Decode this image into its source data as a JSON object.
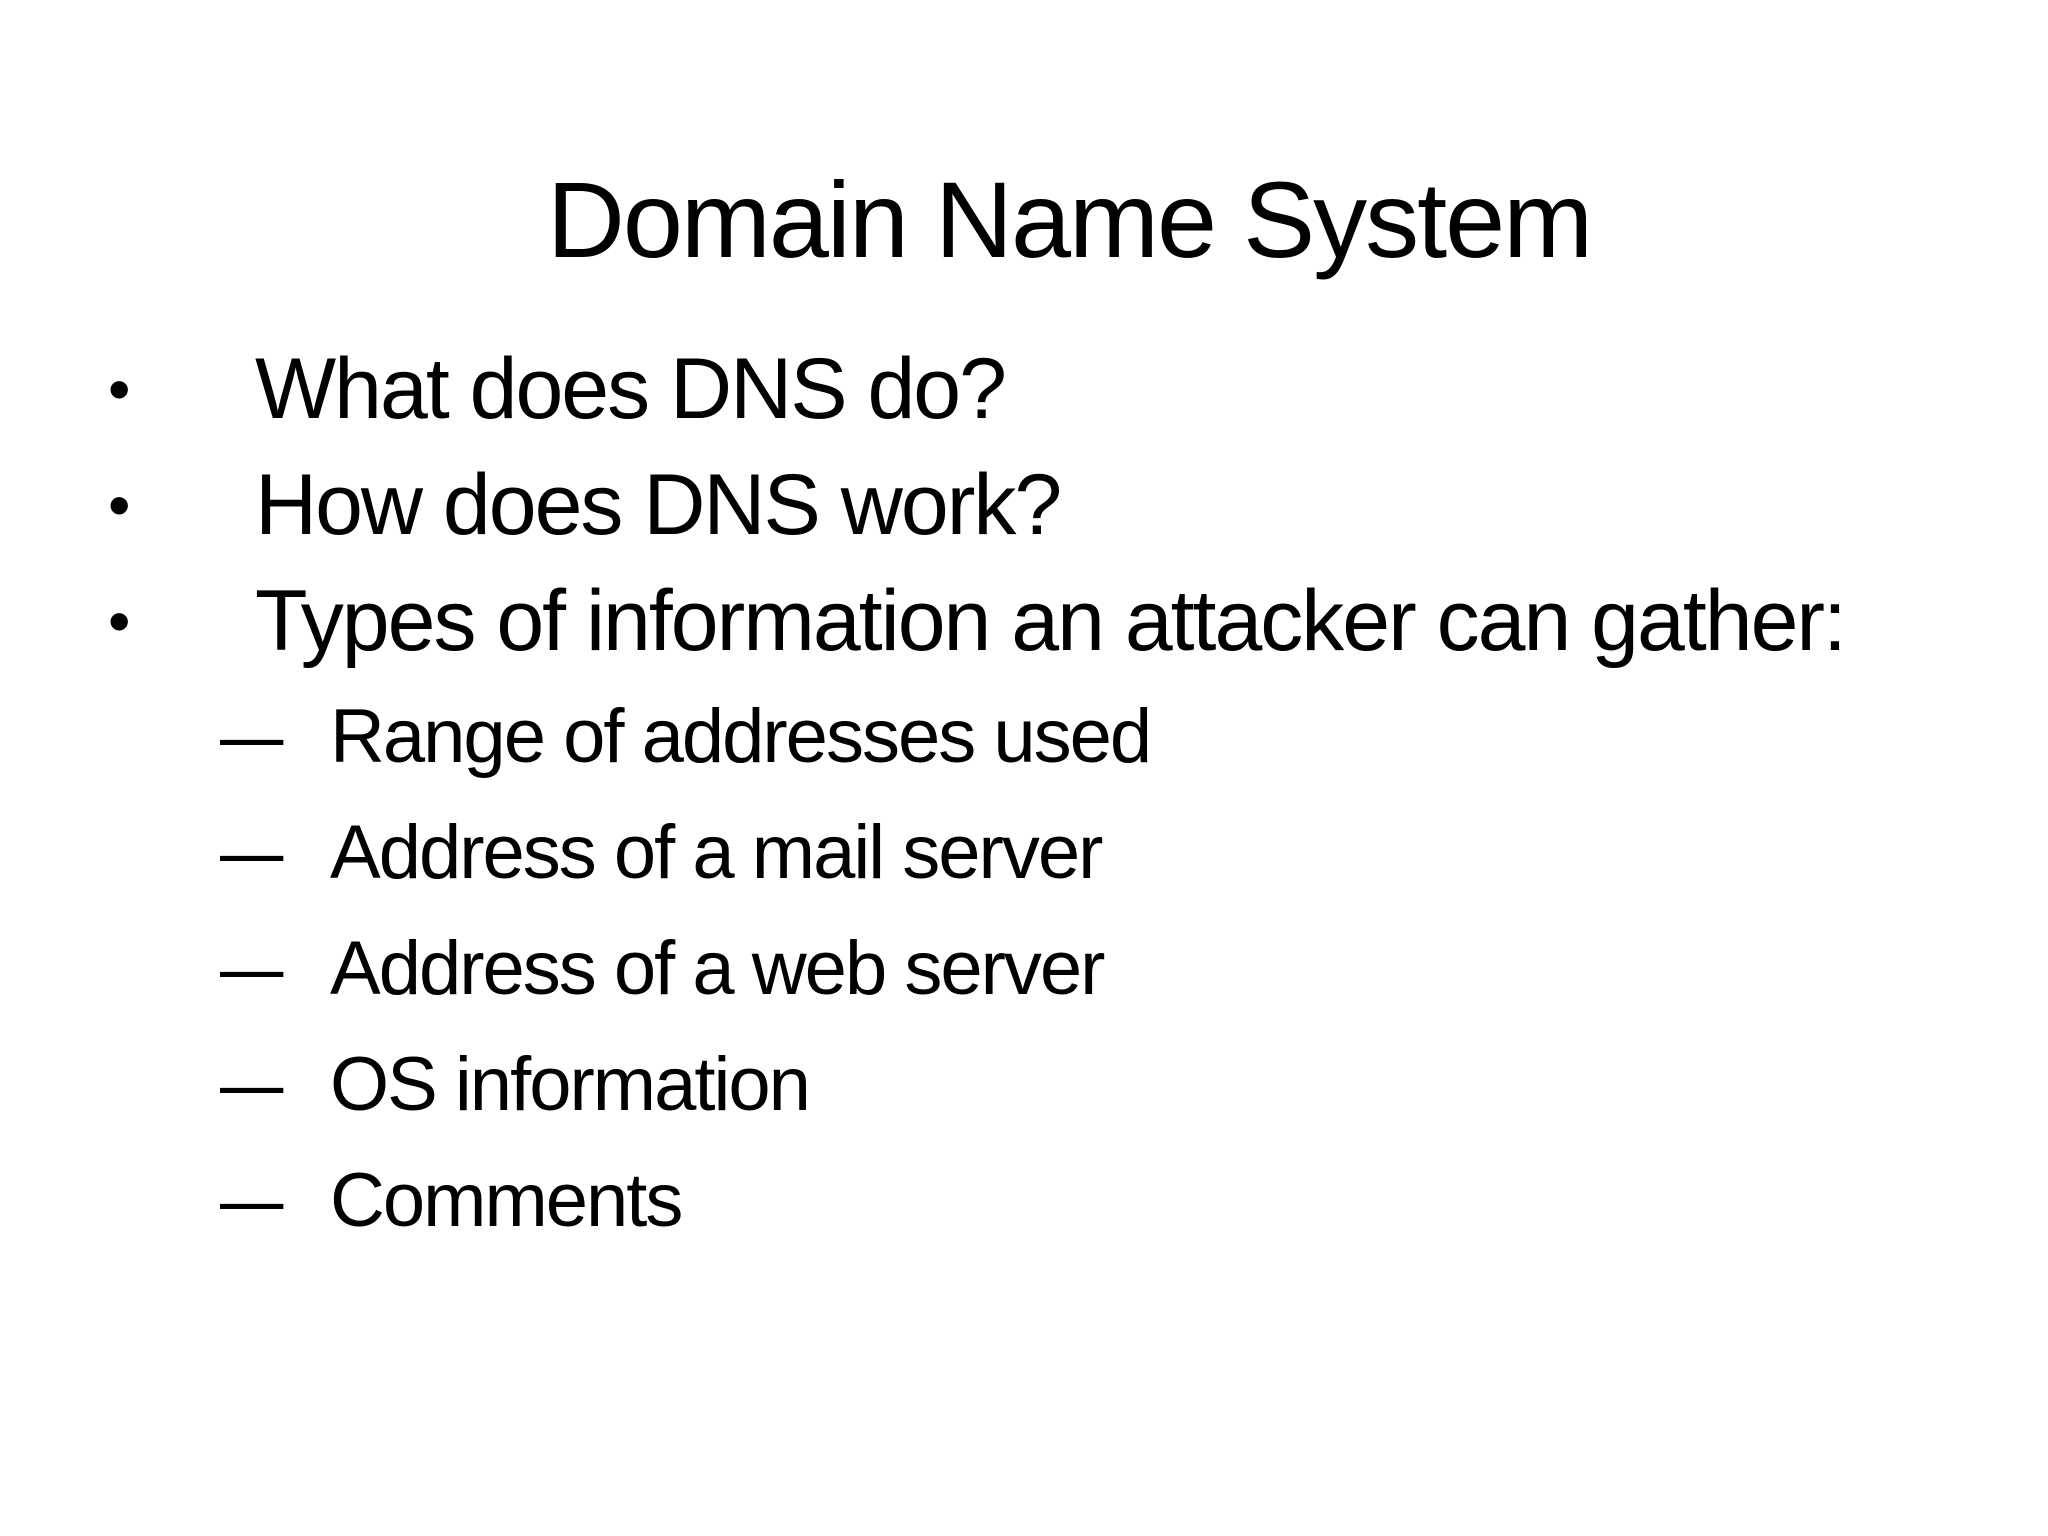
{
  "slide": {
    "title": "Domain Name System",
    "colors": {
      "background": "#ffffff",
      "text": "#000000"
    },
    "bullet_glyphs": {
      "level1": "•",
      "level2": "–"
    },
    "bullets": [
      {
        "level": 1,
        "text": "What does DNS do?"
      },
      {
        "level": 1,
        "text": "How does DNS work?"
      },
      {
        "level": 1,
        "text": "Types of information an attacker can gather:"
      },
      {
        "level": 2,
        "text": "Range of addresses used"
      },
      {
        "level": 2,
        "text": "Address of a mail server"
      },
      {
        "level": 2,
        "text": "Address of a web server"
      },
      {
        "level": 2,
        "text": "OS information"
      },
      {
        "level": 2,
        "text": "Comments"
      }
    ]
  }
}
